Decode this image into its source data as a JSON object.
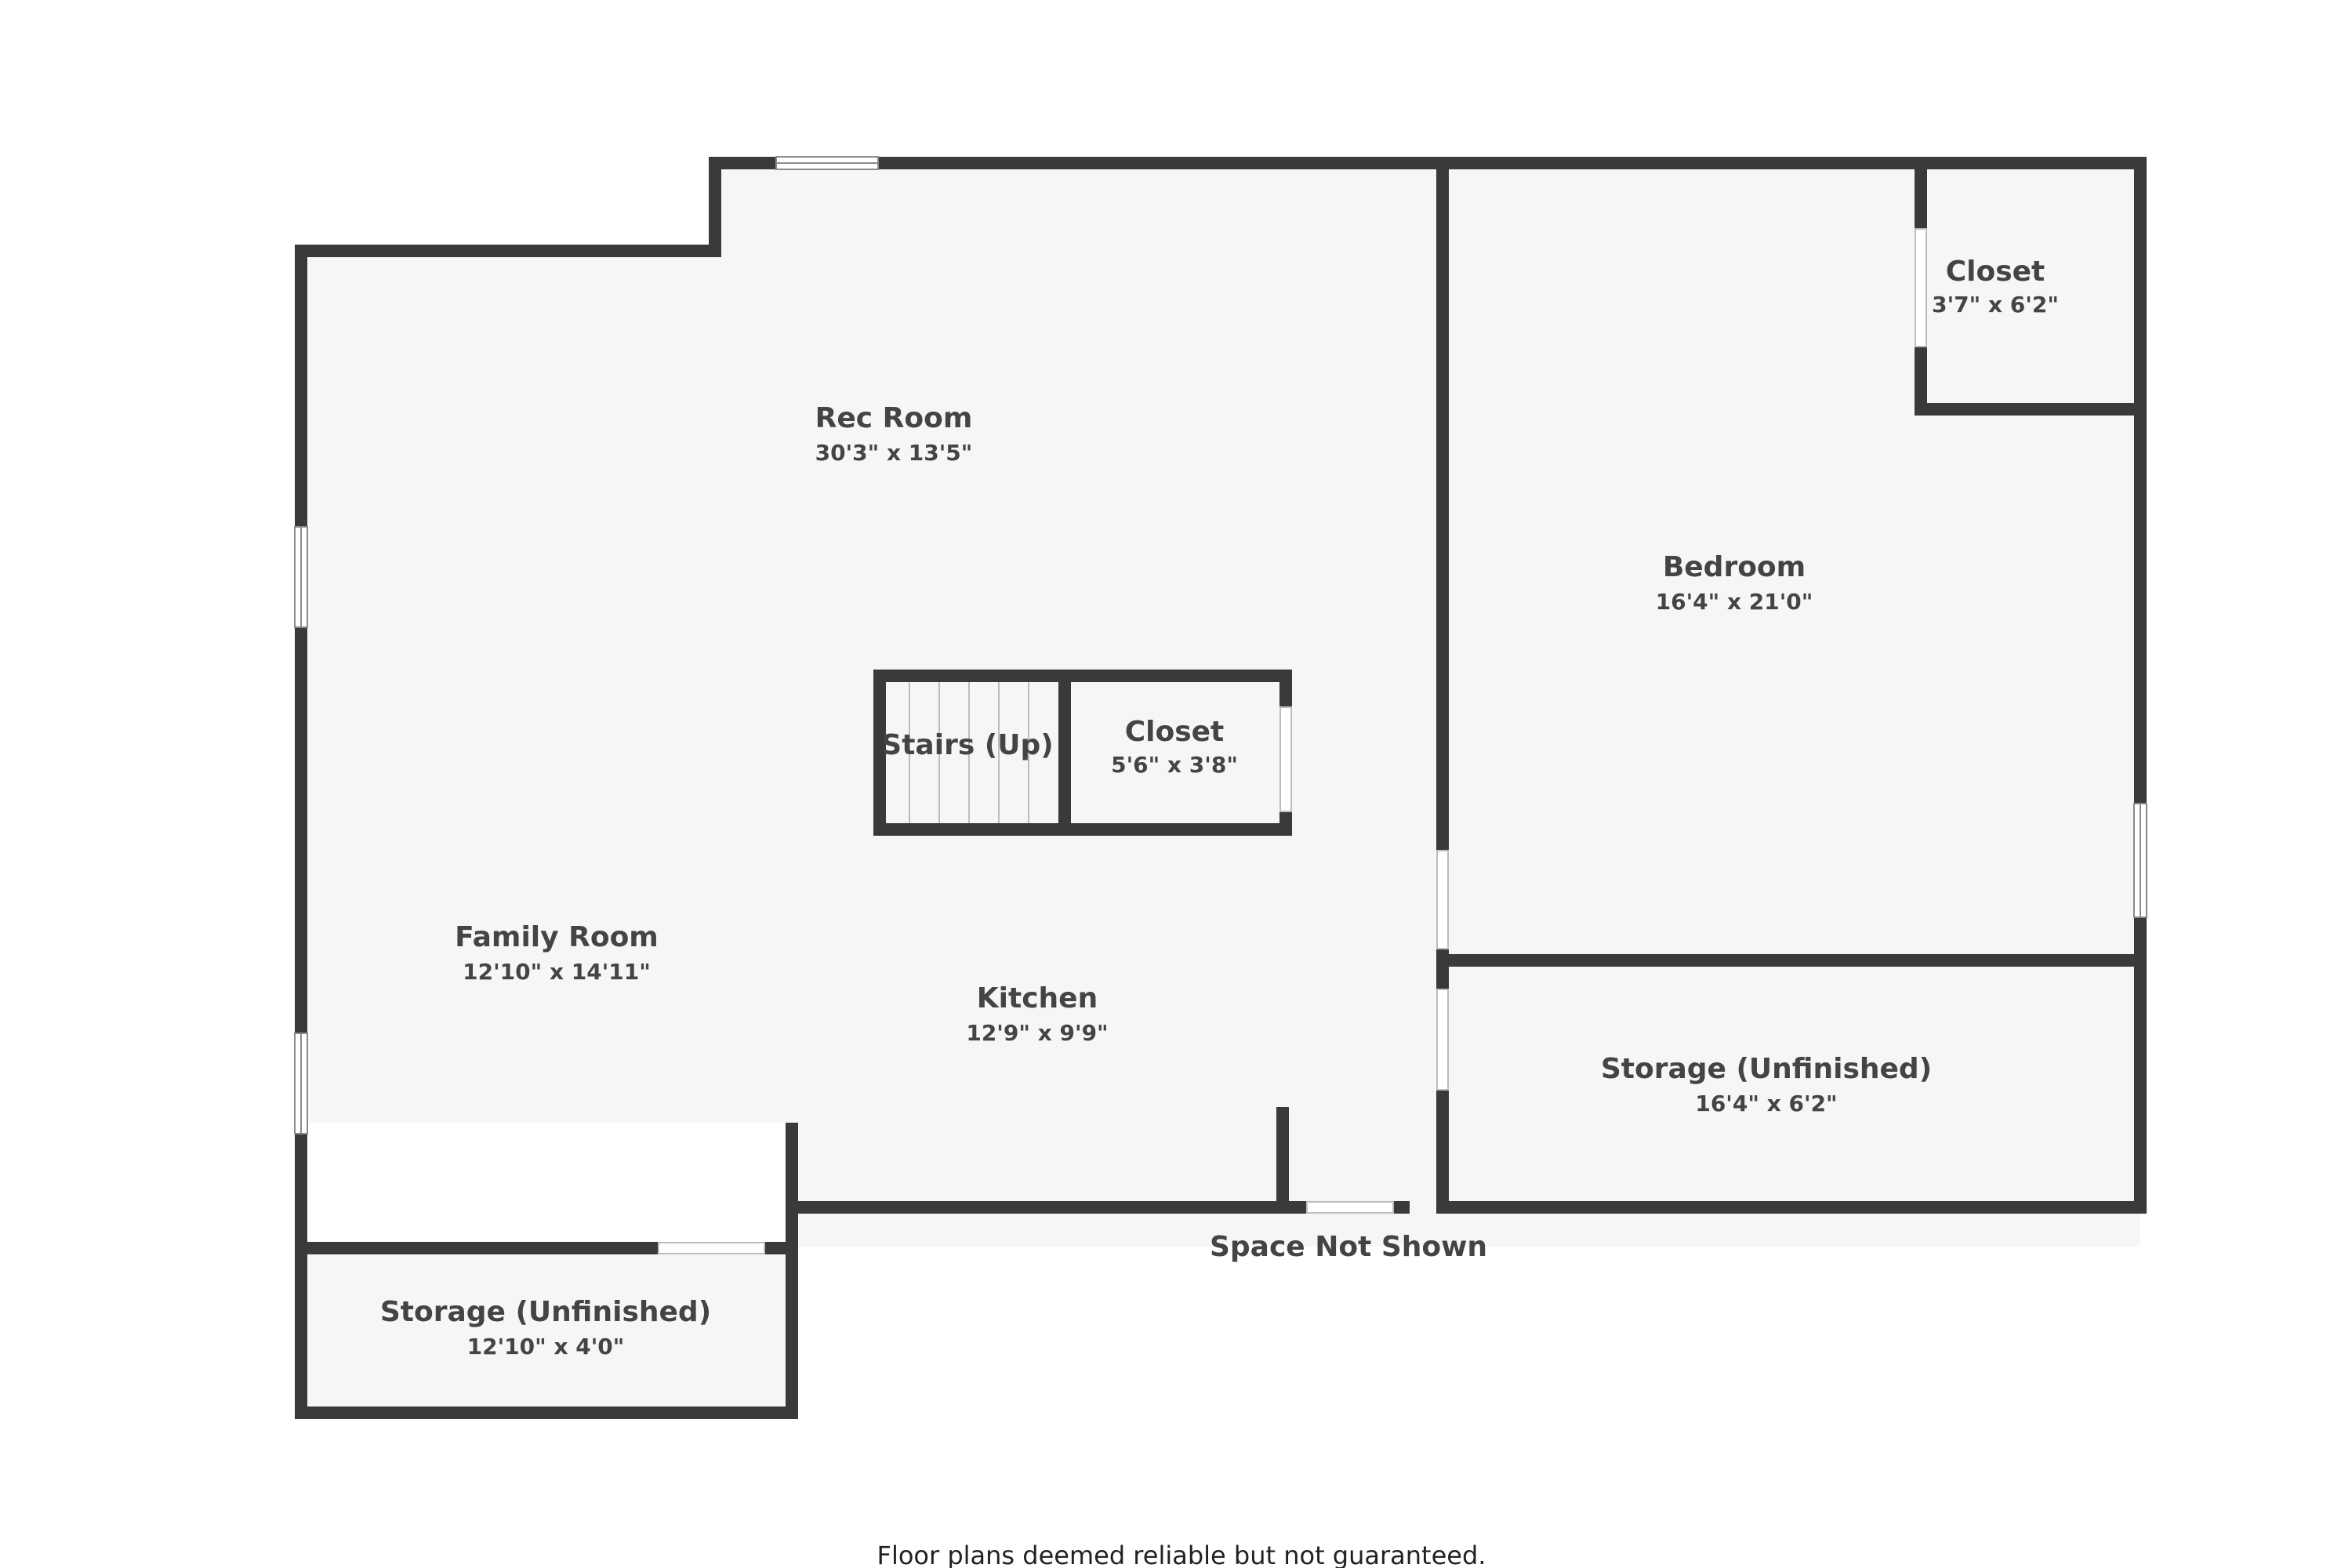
{
  "colors": {
    "wall": "#3a3a3a",
    "floor": "#f6f6f6",
    "background": "#ffffff",
    "label": "#444444"
  },
  "rooms": {
    "rec_room": {
      "name": "Rec Room",
      "dims": "30'3\" x 13'5\""
    },
    "family_room": {
      "name": "Family Room",
      "dims": "12'10\" x 14'11\""
    },
    "kitchen": {
      "name": "Kitchen",
      "dims": "12'9\" x 9'9\""
    },
    "stairs": {
      "name": "Stairs (Up)"
    },
    "closet_center": {
      "name": "Closet",
      "dims": "5'6\" x 3'8\""
    },
    "bedroom": {
      "name": "Bedroom",
      "dims": "16'4\" x 21'0\""
    },
    "closet_bedroom": {
      "name": "Closet",
      "dims": "3'7\" x 6'2\""
    },
    "storage_right": {
      "name": "Storage (Unfinished)",
      "dims": "16'4\" x 6'2\""
    },
    "storage_left": {
      "name": "Storage (Unfinished)",
      "dims": "12'10\" x 4'0\""
    }
  },
  "notes": {
    "space_not_shown": "Space Not Shown",
    "disclaimer": "Floor plans deemed reliable but not guaranteed."
  }
}
